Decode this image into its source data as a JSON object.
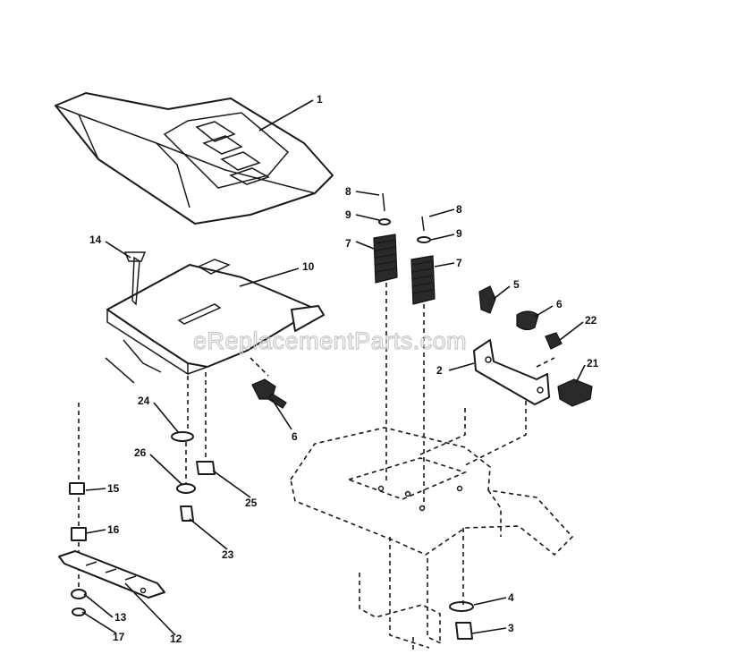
{
  "diagram": {
    "watermark": "eReplacementParts.com",
    "callouts": [
      {
        "id": "c1",
        "label": "1"
      },
      {
        "id": "c10",
        "label": "10"
      },
      {
        "id": "c14",
        "label": "14"
      },
      {
        "id": "c8a",
        "label": "8"
      },
      {
        "id": "c9a",
        "label": "9"
      },
      {
        "id": "c7a",
        "label": "7"
      },
      {
        "id": "c8b",
        "label": "8"
      },
      {
        "id": "c9b",
        "label": "9"
      },
      {
        "id": "c7b",
        "label": "7"
      },
      {
        "id": "c5",
        "label": "5"
      },
      {
        "id": "c6a",
        "label": "6"
      },
      {
        "id": "c22",
        "label": "22"
      },
      {
        "id": "c2",
        "label": "2"
      },
      {
        "id": "c21",
        "label": "21"
      },
      {
        "id": "c6b",
        "label": "6"
      },
      {
        "id": "c24",
        "label": "24"
      },
      {
        "id": "c26",
        "label": "26"
      },
      {
        "id": "c25",
        "label": "25"
      },
      {
        "id": "c15",
        "label": "15"
      },
      {
        "id": "c16",
        "label": "16"
      },
      {
        "id": "c23",
        "label": "23"
      },
      {
        "id": "c13",
        "label": "13"
      },
      {
        "id": "c17",
        "label": "17"
      },
      {
        "id": "c12",
        "label": "12"
      },
      {
        "id": "c4",
        "label": "4"
      },
      {
        "id": "c3",
        "label": "3"
      }
    ]
  }
}
